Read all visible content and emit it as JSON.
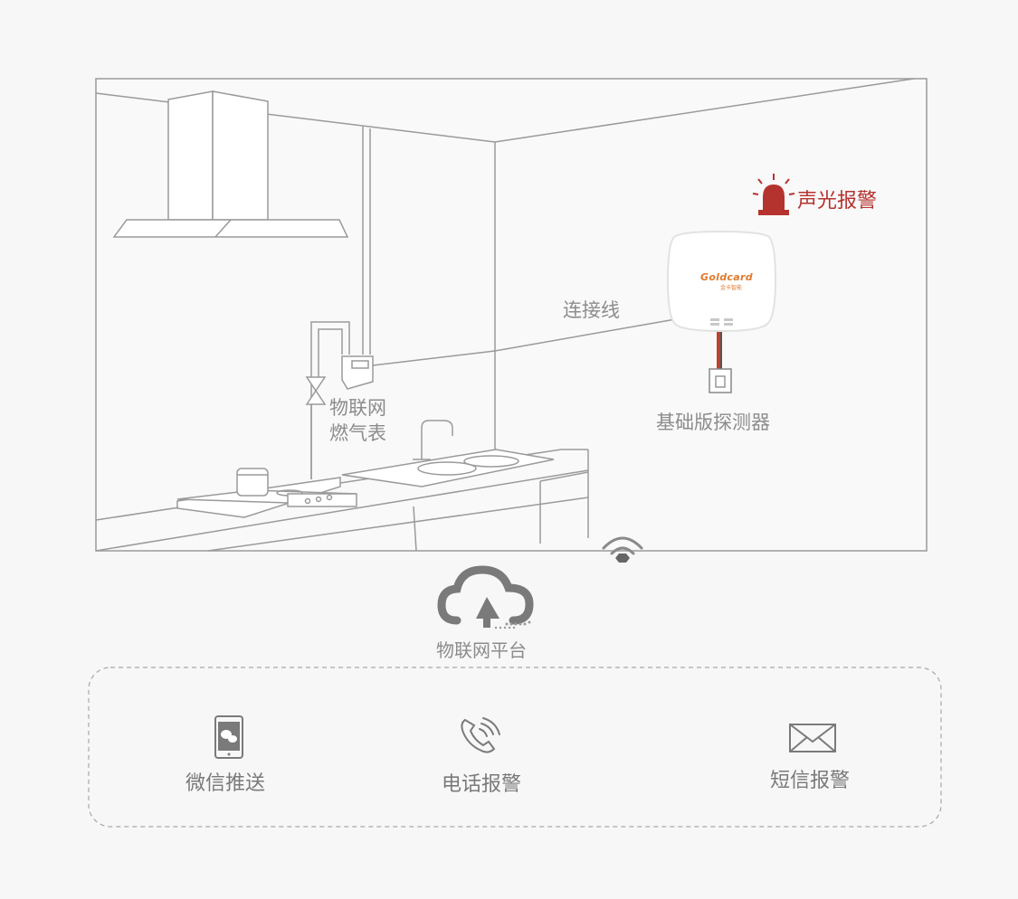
{
  "scene": {
    "alarm_label": "声光报警",
    "cable_label": "连接线",
    "meter_label_line1": "物联网",
    "meter_label_line2": "燃气表",
    "detector_label": "基础版探测器",
    "detector_brand": "Goldcard",
    "detector_brand_sub": "金卡智能",
    "platform_label": "物联网平台"
  },
  "alert_channels": [
    {
      "icon": "wechat-phone-icon",
      "label": "微信推送"
    },
    {
      "icon": "phone-call-icon",
      "label": "电话报警"
    },
    {
      "icon": "envelope-icon",
      "label": "短信报警"
    }
  ],
  "colors": {
    "line": "#9a9a9a",
    "text": "#8c8c8c",
    "alarm_red": "#b5332f",
    "brand_orange": "#e07a2d",
    "background": "#f7f7f7"
  }
}
